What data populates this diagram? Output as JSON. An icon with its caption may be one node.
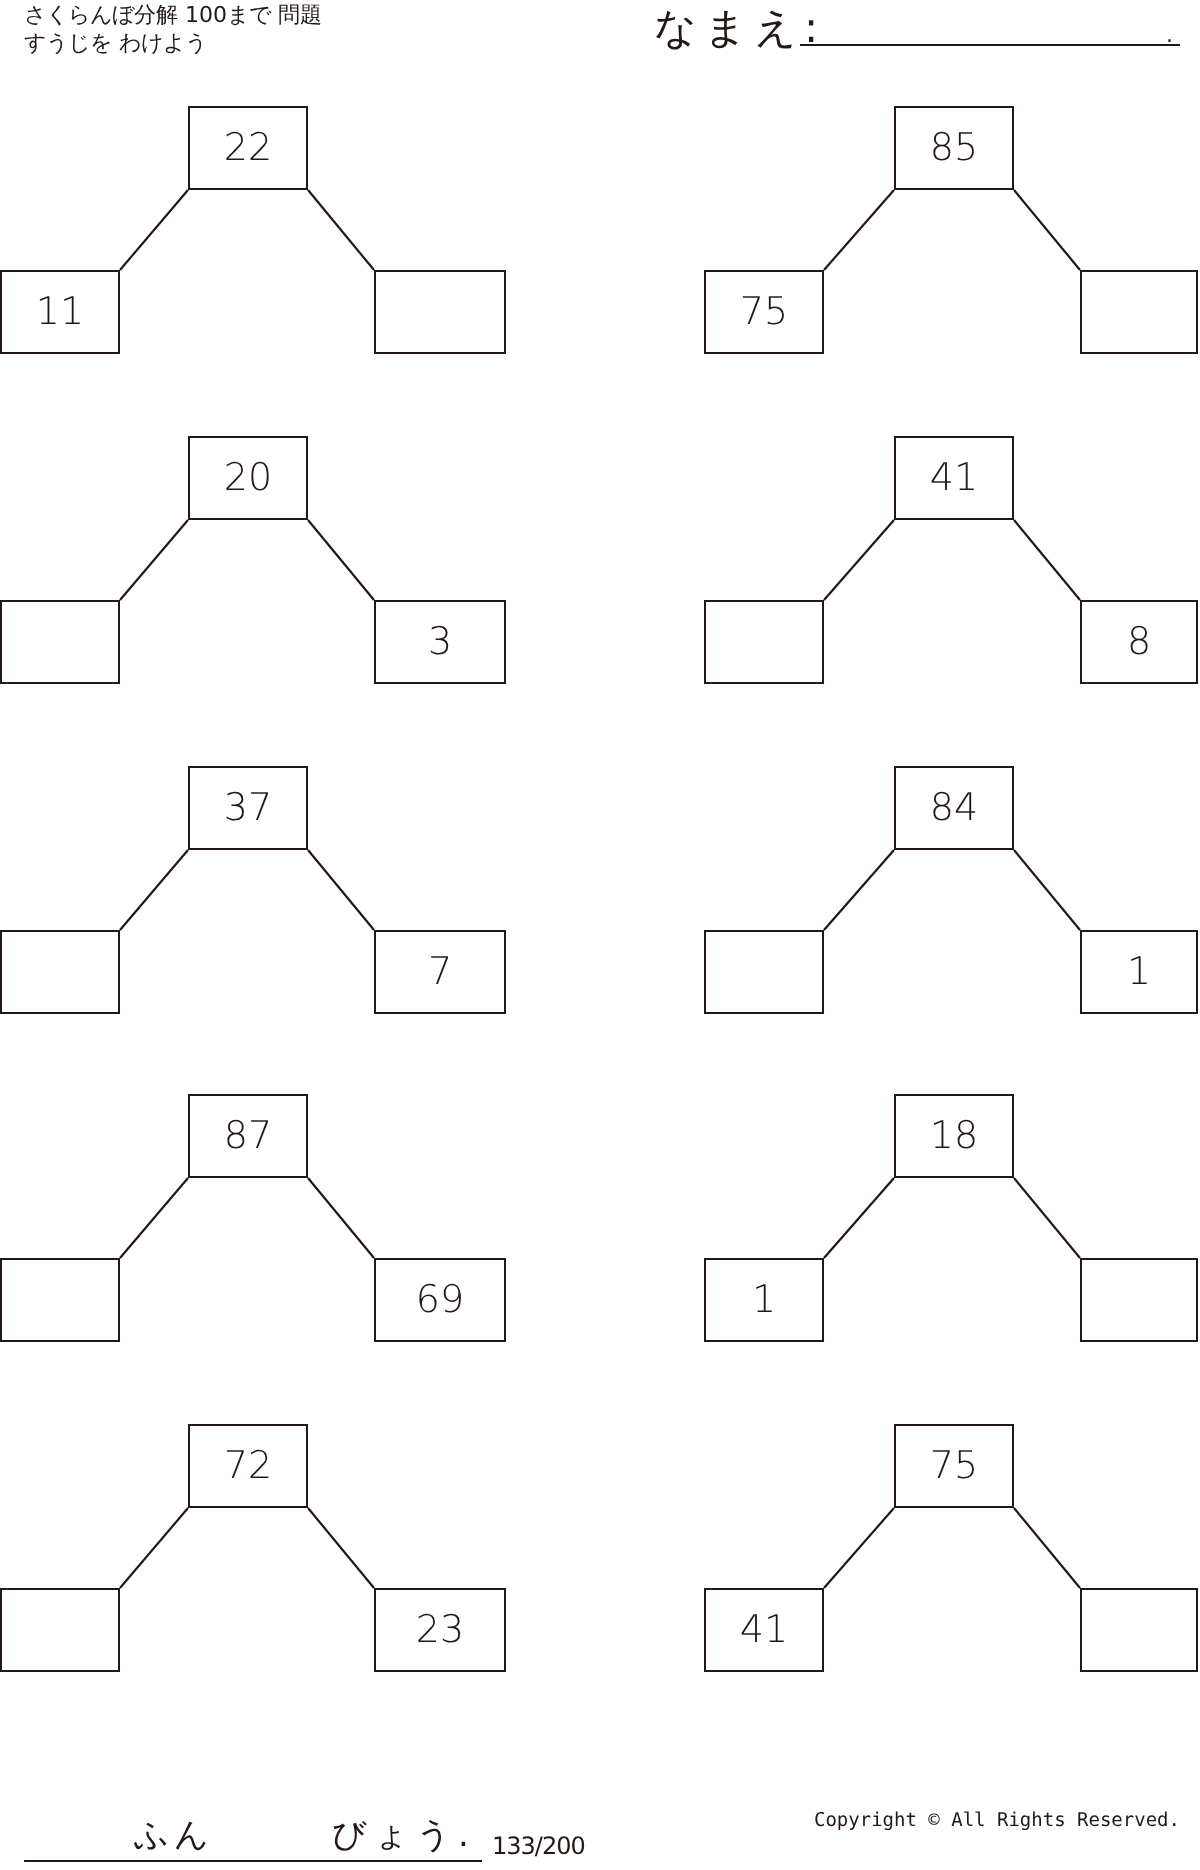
{
  "diagram": {
    "title": "さくらんぼ分解 100まで 問題",
    "nodes": [
      {
        "text": [
          "22"
        ]
      },
      {
        "text": [
          "11"
        ]
      },
      {
        "text": [],
        "shape": "box"
      },
      {
        "text": [
          "85"
        ]
      },
      {
        "text": [
          "75"
        ]
      },
      {
        "text": [],
        "shape": "box"
      },
      {
        "text": [
          "20"
        ]
      },
      {
        "text": [],
        "shape": "box"
      },
      {
        "text": [
          "3"
        ]
      },
      {
        "text": [
          "41"
        ]
      },
      {
        "text": [],
        "shape": "box"
      },
      {
        "text": [
          "8"
        ]
      },
      {
        "text": [
          "37"
        ]
      },
      {
        "text": [],
        "shape": "box"
      },
      {
        "text": [
          "7"
        ]
      },
      {
        "text": [
          "84"
        ]
      },
      {
        "text": [],
        "shape": "box"
      },
      {
        "text": [
          "1"
        ]
      },
      {
        "text": [
          "87"
        ]
      },
      {
        "text": [],
        "shape": "box"
      },
      {
        "text": [
          "69"
        ]
      },
      {
        "text": [
          "18"
        ]
      },
      {
        "text": [
          "1"
        ]
      },
      {
        "text": [],
        "shape": "box"
      },
      {
        "text": [
          "72"
        ]
      },
      {
        "text": [],
        "shape": "box"
      },
      {
        "text": [
          "23"
        ]
      },
      {
        "text": [
          "75"
        ]
      },
      {
        "text": [
          "41"
        ]
      },
      {
        "text": [],
        "shape": "box"
      }
    ],
    "edges": [
      {
        "from": 0,
        "to": 1,
        "arrow": "none"
      },
      {
        "from": 0,
        "to": 2,
        "arrow": "none"
      },
      {
        "from": 3,
        "to": 4,
        "arrow": "none"
      },
      {
        "from": 3,
        "to": 5,
        "arrow": "none"
      },
      {
        "from": 6,
        "to": 7,
        "arrow": "none"
      },
      {
        "from": 6,
        "to": 8,
        "arrow": "none"
      },
      {
        "from": 9,
        "to": 10,
        "arrow": "none"
      },
      {
        "from": 9,
        "to": 11,
        "arrow": "none"
      },
      {
        "from": 12,
        "to": 13,
        "arrow": "none"
      },
      {
        "from": 12,
        "to": 14,
        "arrow": "none"
      },
      {
        "from": 15,
        "to": 16,
        "arrow": "none"
      },
      {
        "from": 15,
        "to": 17,
        "arrow": "none"
      },
      {
        "from": 18,
        "to": 19,
        "arrow": "none"
      },
      {
        "from": 18,
        "to": 20,
        "arrow": "none"
      },
      {
        "from": 21,
        "to": 22,
        "arrow": "none"
      },
      {
        "from": 21,
        "to": 23,
        "arrow": "none"
      },
      {
        "from": 24,
        "to": 25,
        "arrow": "none"
      },
      {
        "from": 24,
        "to": 26,
        "arrow": "none"
      },
      {
        "from": 27,
        "to": 28,
        "arrow": "none"
      },
      {
        "from": 27,
        "to": 29,
        "arrow": "none"
      }
    ],
    "labels": [
      "すうじを わけよう",
      "なまえ:",
      ".",
      "ふん",
      "びょう.",
      "133/200",
      "Copyright © All Rights Reserved."
    ]
  }
}
